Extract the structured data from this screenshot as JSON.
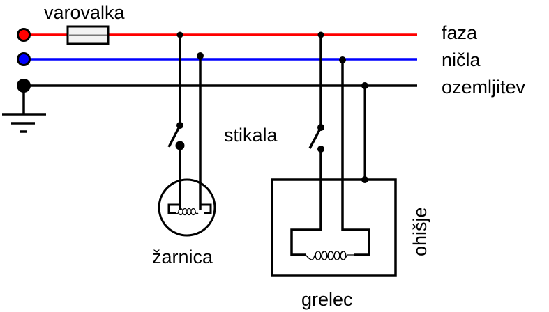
{
  "title": "Electrical wiring diagram: lamp and heater with protective earth",
  "colors": {
    "phase": "#ff0000",
    "neutral": "#0000ff",
    "earth": "#000000",
    "fuse_fill": "#f2f2f2",
    "fuse_line": "#777777"
  },
  "lines": [
    {
      "id": "phase",
      "label": "faza",
      "color": "#ff0000"
    },
    {
      "id": "neutral",
      "label": "ničla",
      "color": "#0000ff"
    },
    {
      "id": "earth",
      "label": "ozemljitev",
      "color": "#000000"
    }
  ],
  "labels": {
    "fuse": "varovalka",
    "switches": "stikala",
    "lamp": "žarnica",
    "heater": "grelec",
    "housing": "ohišje",
    "earth_symbol": "ground-symbol"
  },
  "components": [
    {
      "name": "fuse",
      "on_line": "phase"
    },
    {
      "name": "lamp",
      "connections": [
        "phase (via switch)",
        "neutral"
      ]
    },
    {
      "name": "heater",
      "connections": [
        "phase (via switch)",
        "neutral",
        "earth (to housing)"
      ]
    }
  ]
}
